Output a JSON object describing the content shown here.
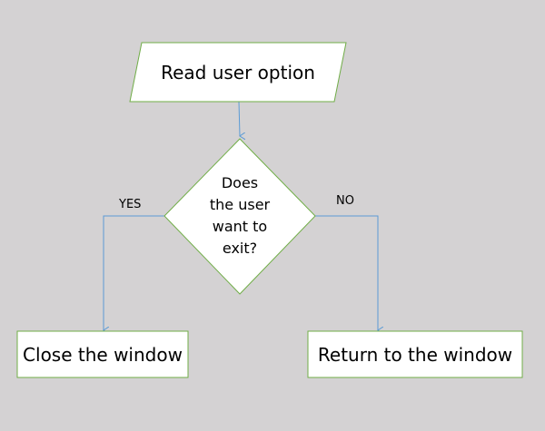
{
  "colors": {
    "background": "#d4d2d3",
    "node_fill": "#ffffff",
    "node_border": "#70ad47",
    "connector": "#5b9bd5",
    "text": "#000000"
  },
  "nodes": {
    "input": {
      "shape": "parallelogram",
      "text": "Read user option"
    },
    "decision": {
      "shape": "diamond",
      "lines": [
        "Does",
        "the user",
        "want to",
        "exit?"
      ]
    },
    "close": {
      "shape": "rectangle",
      "text": "Close the window"
    },
    "return": {
      "shape": "rectangle",
      "text": "Return to the window"
    }
  },
  "edges": {
    "yes_label": "YES",
    "no_label": "NO"
  }
}
